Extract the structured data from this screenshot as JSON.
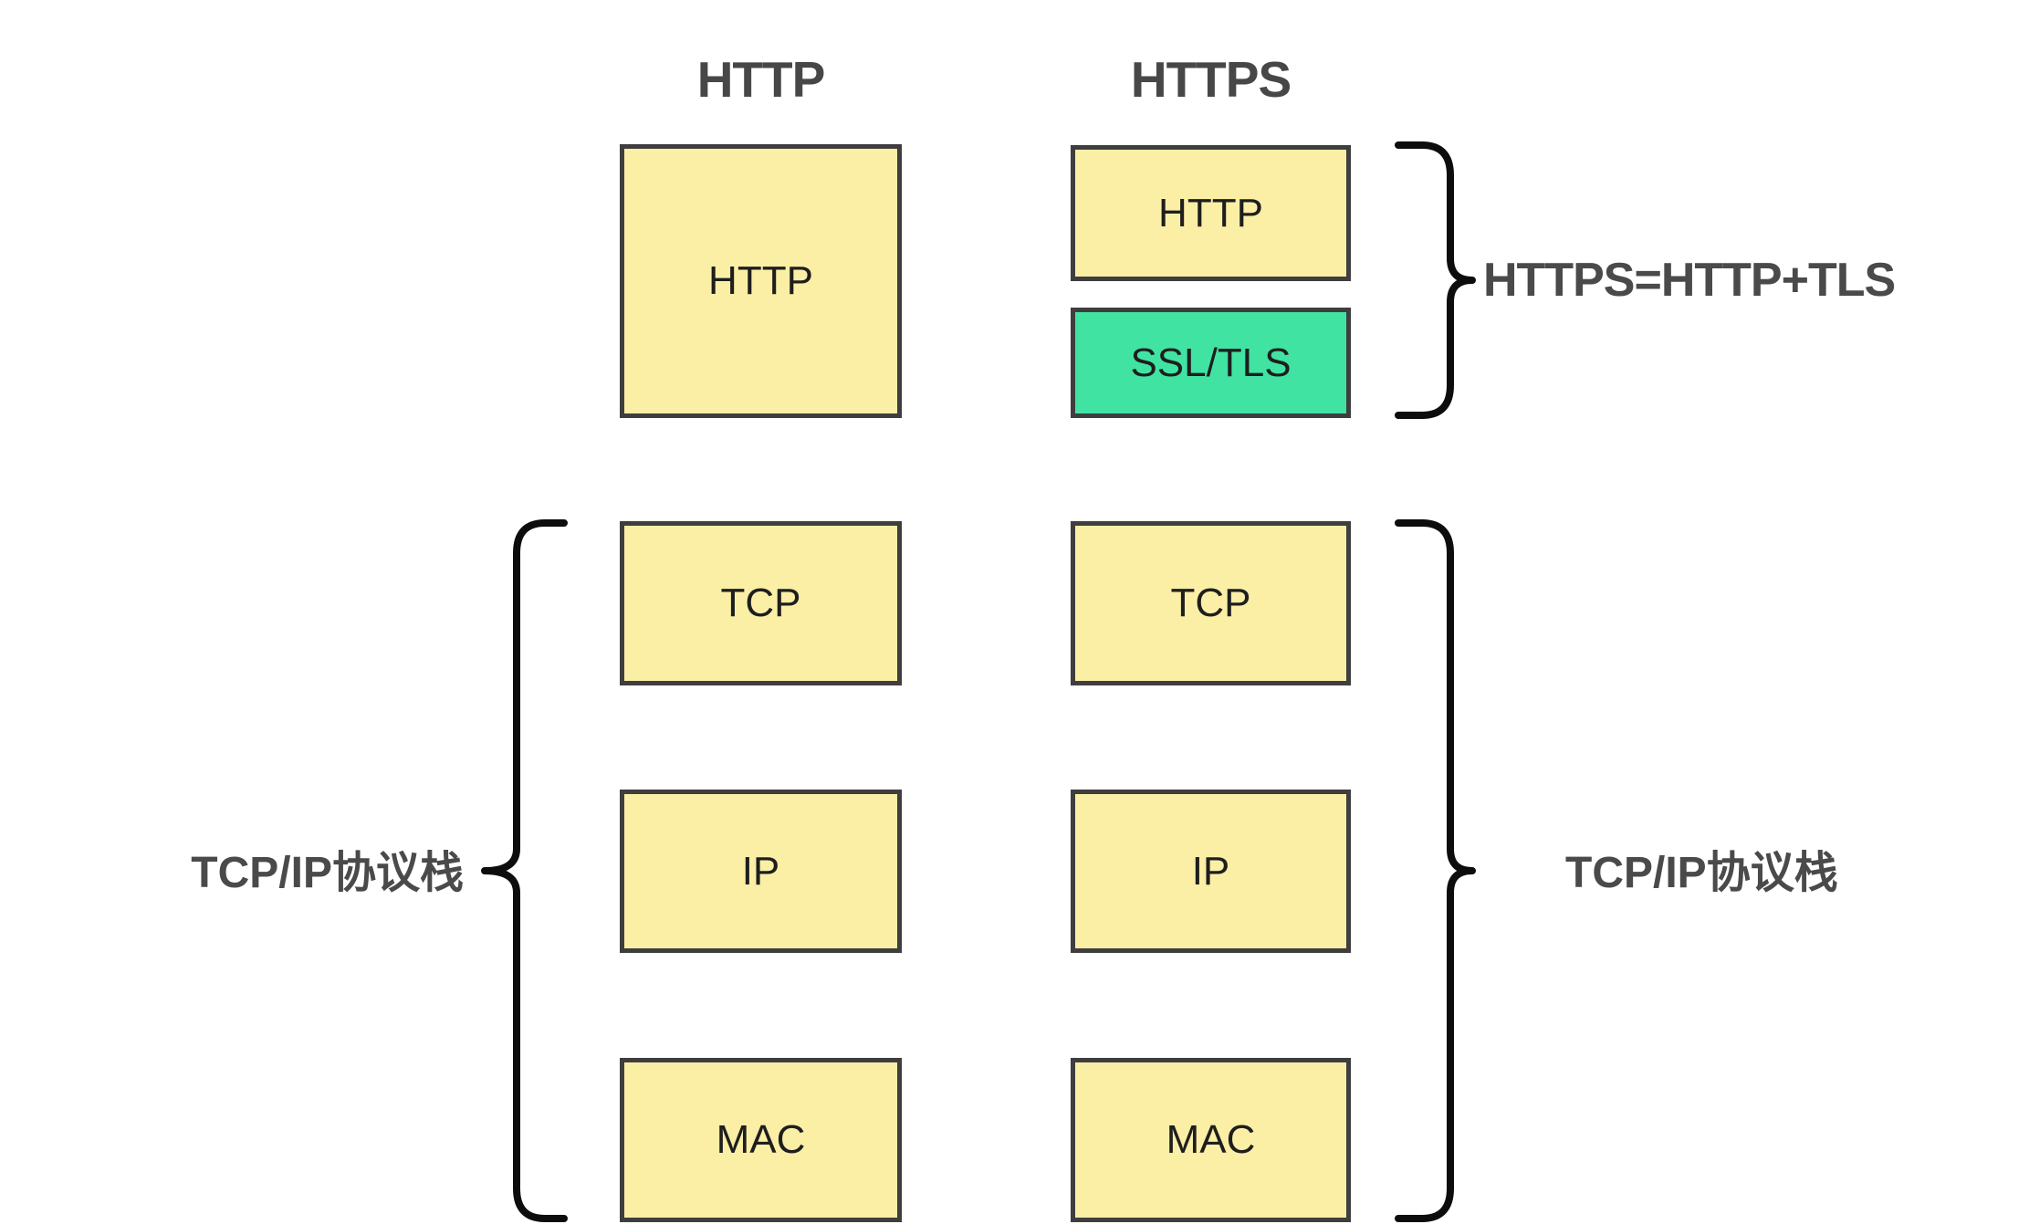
{
  "colors": {
    "background": "#FFFFFF",
    "yellow": "#FBEFA6",
    "green": "#41E3A3",
    "border": "#3E3E3E",
    "brace": "#0D0D0D",
    "title": "#474747",
    "label": "#4A4A4A",
    "box-text": "#1E1E1E"
  },
  "headers": {
    "http": "HTTP",
    "https": "HTTPS"
  },
  "boxes": {
    "left_http": "HTTP",
    "left_tcp": "TCP",
    "left_ip": "IP",
    "left_mac": "MAC",
    "right_http": "HTTP",
    "right_ssl": "SSL/TLS",
    "right_tcp": "TCP",
    "right_ip": "IP",
    "right_mac": "MAC"
  },
  "annotations": {
    "https_equation": "HTTPS=HTTP+TLS",
    "left_stack": "TCP/IP协议栈",
    "right_stack": "TCP/IP协议栈"
  }
}
